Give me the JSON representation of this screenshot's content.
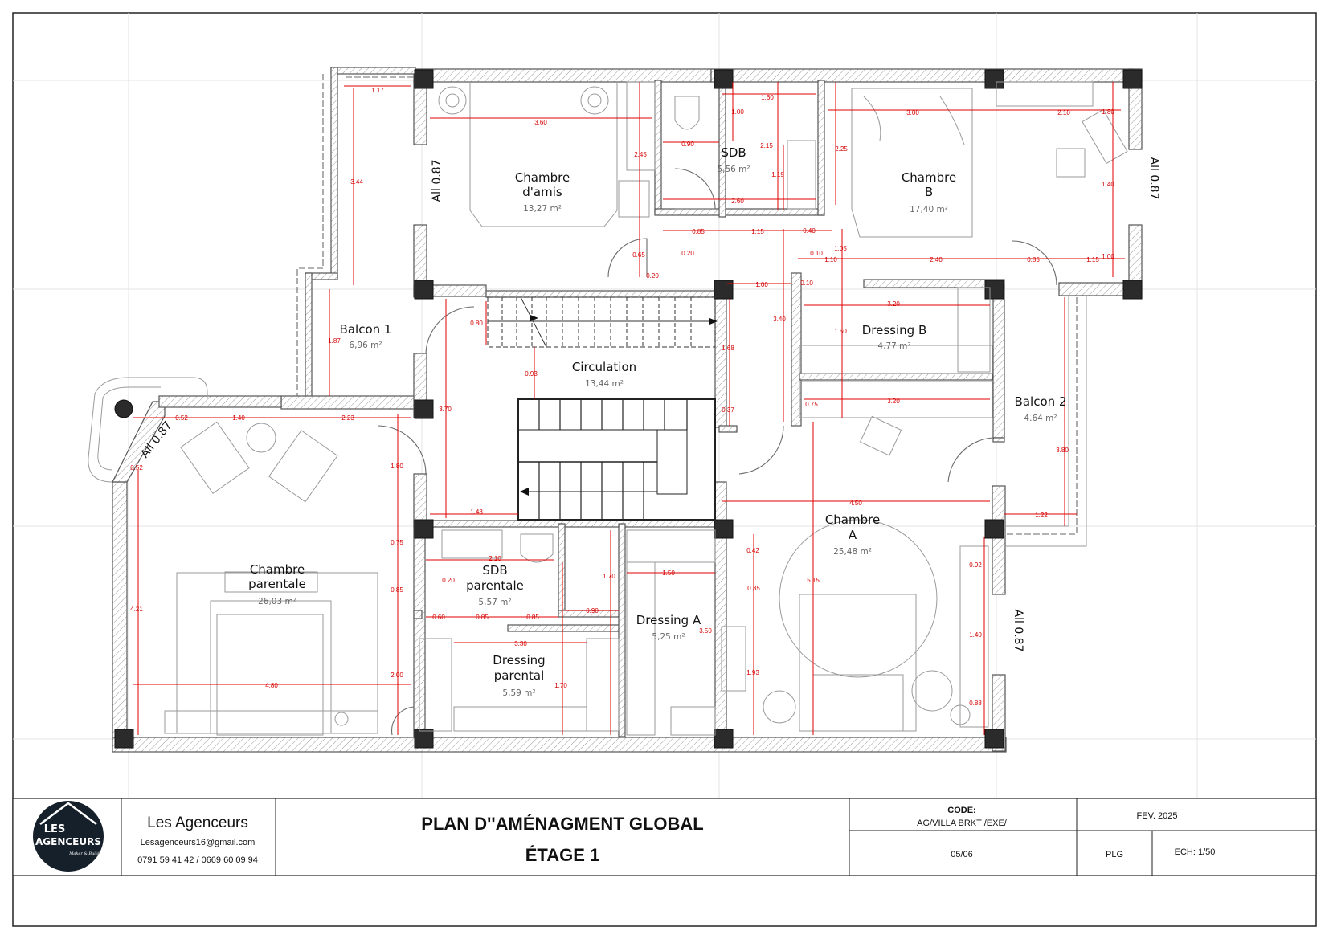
{
  "rooms": {
    "chambre_amis": {
      "name1": "Chambre",
      "name2": "d'amis",
      "area": "13,27 m²"
    },
    "sdb": {
      "name": "SDB",
      "area": "5,56 m²"
    },
    "chambre_b": {
      "name1": "Chambre",
      "name2": "B",
      "area": "17,40 m²"
    },
    "balcon1": {
      "name": "Balcon 1",
      "area": "6,96 m²"
    },
    "circulation": {
      "name": "Circulation",
      "area": "13,44 m²"
    },
    "dressing_b": {
      "name": "Dressing B",
      "area": "4,77 m²"
    },
    "balcon2": {
      "name": "Balcon 2",
      "area": "4.64 m²"
    },
    "chambre_parentale": {
      "name1": "Chambre",
      "name2": "parentale",
      "area": "26,03 m²"
    },
    "sdb_parentale": {
      "name1": "SDB",
      "name2": "parentale",
      "area": "5,57 m²"
    },
    "dressing_parental": {
      "name1": "Dressing",
      "name2": "parental",
      "area": "5,59 m²"
    },
    "dressing_a": {
      "name": "Dressing A",
      "area": "5,25 m²"
    },
    "chambre_a": {
      "name1": "Chambre",
      "name2": "A",
      "area": "25,48 m²"
    }
  },
  "wall_labels": {
    "left_amis": "All 0.87",
    "right_b": "All 0.87",
    "diag_parentale": "All 0.87",
    "right_a": "All 0.87"
  },
  "dimensions": {
    "d1": "1.17",
    "d2": "3.60",
    "d3": "3.44",
    "d4": "1.87",
    "d5": "2.45",
    "d6": "0.90",
    "d7": "1.60",
    "d8": "1.00",
    "d9": "2.15",
    "d10": "1.19",
    "d11": "2.60",
    "d12": "3.00",
    "d13": "2.10",
    "d14": "1.80",
    "d15": "1.40",
    "d16": "2.25",
    "d17": "0.85",
    "d18": "1.15",
    "d19": "0.40",
    "d20": "0.10",
    "d21": "1.10",
    "d22": "1.05",
    "d23": "2.40",
    "d24": "0.85",
    "d25": "1.15",
    "d26": "1.00",
    "d27": "0.65",
    "d28": "0.20",
    "d29": "0.20",
    "d30": "1.00",
    "d31": "0.10",
    "d32": "3.20",
    "d33": "1.50",
    "d34": "3.40",
    "d35": "0.80",
    "d36": "1.68",
    "d37": "0.93",
    "d38": "3.20",
    "d39": "0.75",
    "d40": "3.70",
    "d41": "0.37",
    "d42": "0.52",
    "d43": "1.40",
    "d44": "2.23",
    "d45": "0.52",
    "d46": "1.80",
    "d47": "3.80",
    "d48": "4.50",
    "d49": "1.48",
    "d50": "1.22",
    "d51": "0.75",
    "d52": "4.21",
    "d53": "2.10",
    "d54": "0.20",
    "d55": "0.85",
    "d56": "1.70",
    "d57": "1.50",
    "d58": "0.42",
    "d59": "0.92",
    "d60": "0.60",
    "d61": "0.85",
    "d62": "0.85",
    "d63": "0.90",
    "d64": "0.85",
    "d65": "5.15",
    "d66": "3.30",
    "d67": "3.50",
    "d68": "1.40",
    "d69": "4.80",
    "d70": "2.00",
    "d71": "1.70",
    "d72": "1.93",
    "d73": "0.88"
  },
  "title_block": {
    "logo_line1": "LES",
    "logo_line2": "AGENCEURS",
    "logo_tagline": "Maker & Build",
    "company": "Les Agenceurs",
    "email": "Lesagenceurs16@gmail.com",
    "phones": "0791 59 41 42 / 0669 60 09 94",
    "title1": "PLAN D''AMÉNAGMENT GLOBAL",
    "title2": "ÉTAGE 1",
    "code_label": "CODE:",
    "code_value": "AG/VILLA BRKT /EXE/",
    "date": "FEV. 2025",
    "sheet": "05/06",
    "author": "PLG",
    "scale": "ECH: 1/50"
  },
  "colors": {
    "dimension": "#d40000",
    "wall": "#555555",
    "column": "#2b2b2b",
    "logo_bg": "#16202b"
  }
}
